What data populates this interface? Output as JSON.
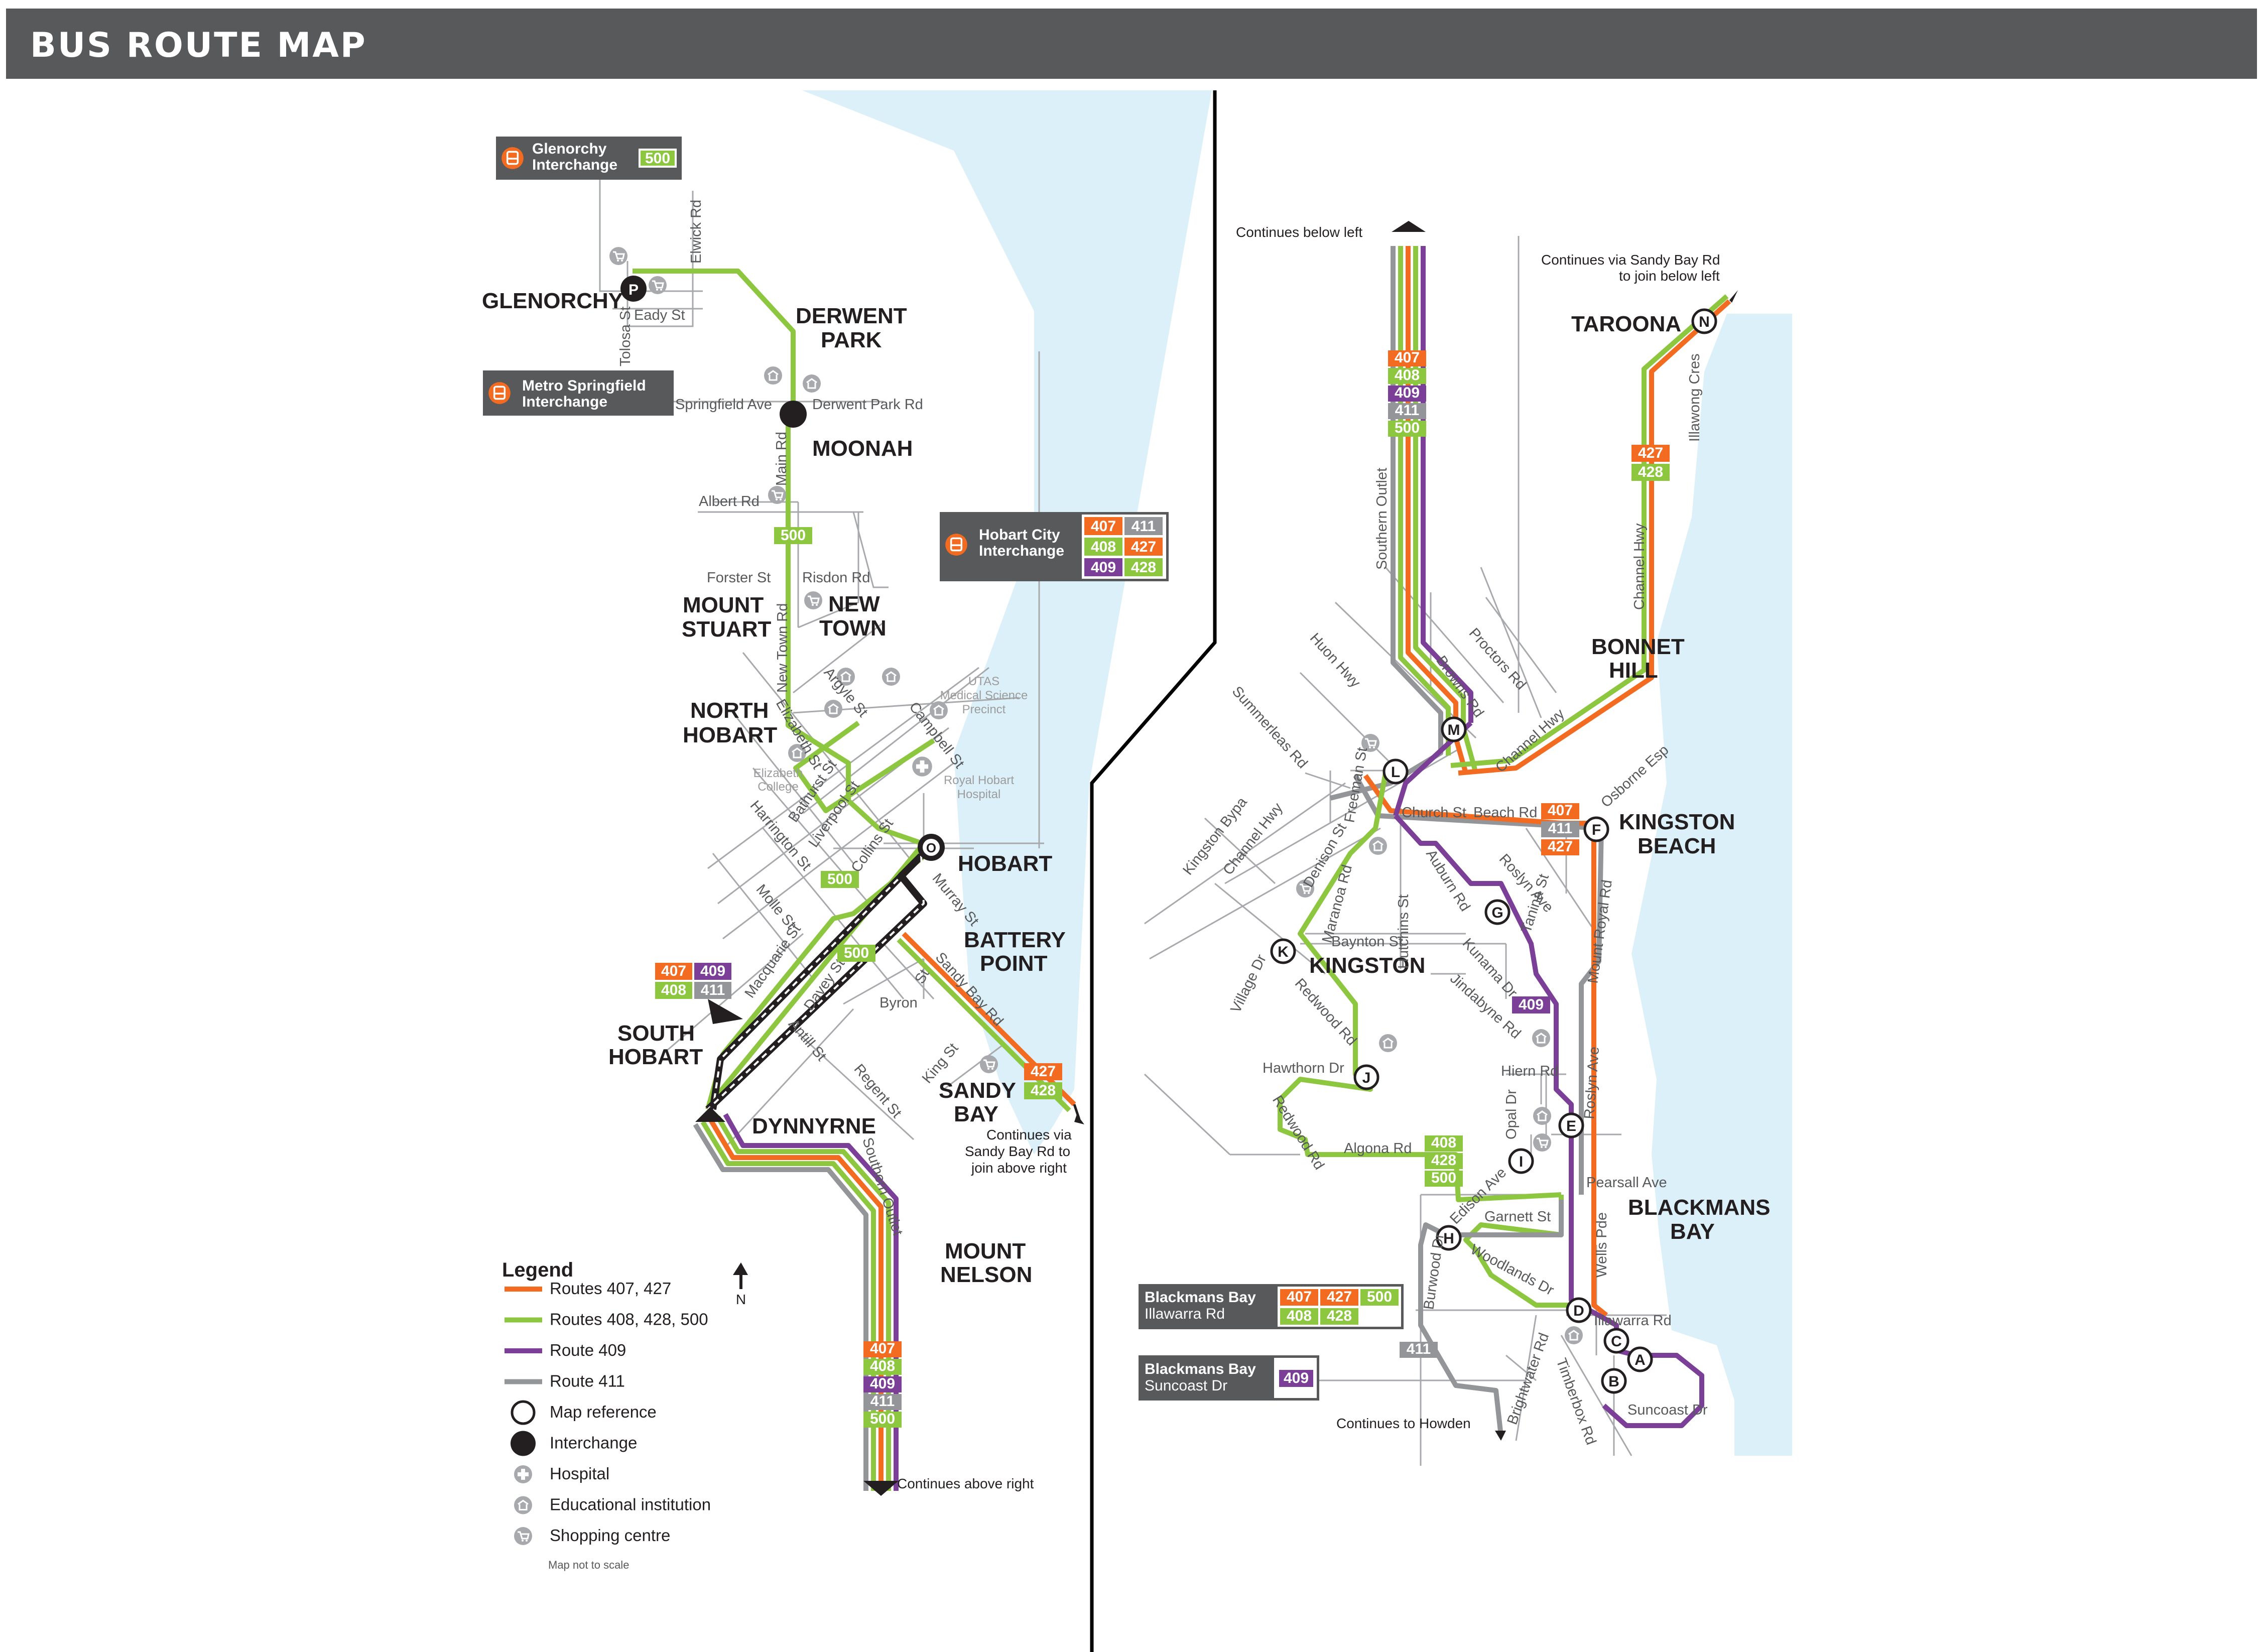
{
  "title": "BUS ROUTE MAP",
  "colors": {
    "header_bg": "#58595b",
    "water": "#dcf0fa",
    "orange": "#f26b21",
    "green": "#8dc63f",
    "purple": "#7b3f98",
    "gray": "#939598",
    "road": "#a7a9ac"
  },
  "route_colors": {
    "407": "#f26b21",
    "427": "#f26b21",
    "408": "#8dc63f",
    "428": "#8dc63f",
    "500": "#8dc63f",
    "409": "#7b3f98",
    "411": "#939598"
  },
  "suburbs": {
    "glenorchy": "GLENORCHY",
    "derwent_park_1": "DERWENT",
    "derwent_park_2": "PARK",
    "moonah": "MOONAH",
    "mount_stuart_1": "MOUNT",
    "mount_stuart_2": "STUART",
    "new_town_1": "NEW",
    "new_town_2": "TOWN",
    "north_hobart_1": "NORTH",
    "north_hobart_2": "HOBART",
    "hobart": "HOBART",
    "battery_point_1": "BATTERY",
    "battery_point_2": "POINT",
    "south_hobart_1": "SOUTH",
    "south_hobart_2": "HOBART",
    "sandy_bay_1": "SANDY",
    "sandy_bay_2": "BAY",
    "dynnyrne": "DYNNYRNE",
    "mount_nelson_1": "MOUNT",
    "mount_nelson_2": "NELSON",
    "taroona": "TAROONA",
    "bonnet_hill_1": "BONNET",
    "bonnet_hill_2": "HILL",
    "kingston_beach_1": "KINGSTON",
    "kingston_beach_2": "BEACH",
    "kingston": "KINGSTON",
    "blackmans_bay_1": "BLACKMANS",
    "blackmans_bay_2": "BAY"
  },
  "streets": {
    "elwick": "Elwick Rd",
    "tolosa": "Tolosa St",
    "eady": "Eady St",
    "springfield": "Springfield Ave",
    "derwent_park_rd": "Derwent Park Rd",
    "main": "Main Rd",
    "albert": "Albert Rd",
    "forster": "Forster St",
    "risdon": "Risdon Rd",
    "new_town": "New Town Rd",
    "argyle": "Argyle St",
    "campbell": "Campbell St",
    "elizabeth": "Elizabeth St",
    "bathurst": "Bathurst St",
    "liverpool": "Liverpool St",
    "collins": "Collins St",
    "harrington": "Harrington St",
    "molle": "Molle St",
    "macquarie": "Macquarie St",
    "davey": "Davey St",
    "murray": "Murray St",
    "sandy_bay": "Sandy Bay Rd",
    "byron": "Byron",
    "st": "St",
    "antill": "Antill St",
    "regent": "Regent St",
    "king": "King St",
    "southern_outlet": "Southern Outlet",
    "southern_outlet_r": "Southern Outlet",
    "huon": "Huon Hwy",
    "summerleas": "Summerleas Rd",
    "kingston_bypa": "Kingston Bypa",
    "channel_hwy_w": "Channel Hwy",
    "browns": "Browns Rd",
    "proctors": "Proctors Rd",
    "channel_hwy_e": "Channel Hwy",
    "channel_hwy_n": "Channel Hwy",
    "illawong": "Illawong Cres",
    "freeman": "Freeman St",
    "denison": "Denison St",
    "church": "Church St",
    "beach": "Beach Rd",
    "osborne": "Osborne Esp",
    "roslyn_ave": "Roslyn Ave",
    "auburn": "Auburn Rd",
    "hutchins": "Hutchins St",
    "maranoa": "Maranoa Rd",
    "baynton": "Baynton St",
    "tanina": "Tanina St",
    "kunama": "Kunama Dr",
    "jindabyne": "Jindabyne Rd",
    "mount_royal": "Mount Royal Rd",
    "village": "Village Dr",
    "redwood": "Redwood Rd",
    "redwood2": "Redwood Rd",
    "hawthorn": "Hawthorn Dr",
    "hiern": "Hiern Rd",
    "opal": "Opal Dr",
    "roslyn_ave2": "Roslyn Ave",
    "algona": "Algona Rd",
    "pearsall": "Pearsall Ave",
    "edison": "Edison Ave",
    "garnett": "Garnett St",
    "wells": "Wells Pde",
    "woodlands": "Woodlands Dr",
    "burwood": "Burwood Dr",
    "illawarra": "Illawarra Rd",
    "brightwater": "Brightwater Rd",
    "timberbox": "Timberbox Rd",
    "suncoast": "Suncoast Dr"
  },
  "gray_labels": {
    "utas_1": "UTAS",
    "utas_2": "Medical Science",
    "utas_3": "Precinct",
    "royal_1": "Royal Hobart",
    "royal_2": "Hospital",
    "eliz_1": "Elizabeth",
    "eliz_2": "College"
  },
  "interchanges": {
    "glenorchy_1": "Glenorchy",
    "glenorchy_2": "Interchange",
    "springfield_1": "Metro Springfield",
    "springfield_2": "Interchange",
    "hobart_1": "Hobart City",
    "hobart_2": "Interchange",
    "bb_illawarra_1": "Blackmans Bay",
    "bb_illawarra_2": "Illawarra Rd",
    "bb_suncoast_1": "Blackmans Bay",
    "bb_suncoast_2": "Suncoast Dr"
  },
  "route_badges": {
    "glenorchy": [
      "500"
    ],
    "hobart_city": [
      "407",
      "411",
      "408",
      "427",
      "409",
      "428"
    ],
    "main_rd": [
      "500"
    ],
    "collins": [
      "500"
    ],
    "davey": [
      "500"
    ],
    "macquarie": [
      "407",
      "409",
      "408",
      "411"
    ],
    "sandy_bay": [
      "427",
      "428"
    ],
    "southern_outlet_left": [
      "407",
      "408",
      "409",
      "411",
      "500"
    ],
    "southern_outlet_right": [
      "407",
      "408",
      "409",
      "411",
      "500"
    ],
    "channel_hwy": [
      "427",
      "428"
    ],
    "beach_rd": [
      "407",
      "411",
      "427"
    ],
    "auburn": [
      "409"
    ],
    "algona": [
      "408",
      "428",
      "500"
    ],
    "burwood": [
      "411"
    ],
    "bb_illawarra": [
      "407",
      "427",
      "500",
      "408",
      "428"
    ],
    "bb_suncoast": [
      "409"
    ]
  },
  "map_refs": {
    "P": "P",
    "N": "N",
    "M": "M",
    "L": "L",
    "F": "F",
    "G": "G",
    "K": "K",
    "J": "J",
    "E": "E",
    "I": "I",
    "H": "H",
    "D": "D",
    "C": "C",
    "A": "A",
    "B": "B"
  },
  "notes": {
    "continues_below_left": "Continues below left",
    "sandy_bay_via_1": "Continues via Sandy Bay Rd",
    "sandy_bay_via_2": "to join below left",
    "continues_via_1": "Continues via",
    "continues_via_2": "Sandy Bay Rd to",
    "continues_via_3": "join above right",
    "continues_above_right": "Continues above right",
    "continues_to_howden": "Continues to Howden"
  },
  "legend": {
    "title": "Legend",
    "items": [
      {
        "label": "Routes 407, 427",
        "icon": "orange-line"
      },
      {
        "label": "Routes 408, 428, 500",
        "icon": "green-line"
      },
      {
        "label": "Route 409",
        "icon": "purple-line"
      },
      {
        "label": "Route 411",
        "icon": "gray-line"
      },
      {
        "label": "Map reference",
        "icon": "ring"
      },
      {
        "label": "Interchange",
        "icon": "dot"
      },
      {
        "label": "Hospital",
        "icon": "hospital"
      },
      {
        "label": "Educational institution",
        "icon": "school"
      },
      {
        "label": "Shopping centre",
        "icon": "cart"
      }
    ],
    "scale_note": "Map not to scale",
    "north": "N"
  }
}
